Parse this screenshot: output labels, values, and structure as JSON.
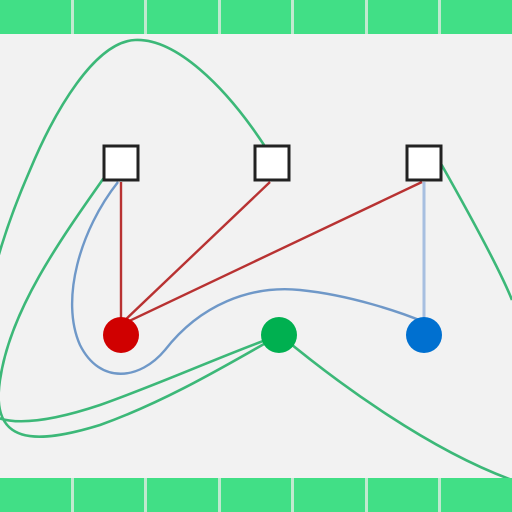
{
  "game": {
    "type": "graph-untangle-puzzle",
    "colors": {
      "background": "#f2f2f2",
      "bar_segment": "#41df86",
      "bar_gap": "#bfe9cf",
      "green_node": "#00b050",
      "red_node": "#d00000",
      "blue_node": "#0070d0",
      "green_edge": "#3cb878",
      "red_edge": "#b83232",
      "blue_edge": "#6f98c8",
      "square_stroke": "#222222",
      "square_fill": "#ffffff"
    },
    "top_bar": {
      "segments": 7
    },
    "bottom_bar": {
      "segments": 7
    },
    "square_nodes": [
      "square-left",
      "square-middle",
      "square-right"
    ],
    "circle_nodes": [
      {
        "id": "red",
        "color": "red"
      },
      {
        "id": "green",
        "color": "green"
      },
      {
        "id": "blue",
        "color": "blue"
      }
    ],
    "edges": [
      {
        "from": "square-left",
        "to": "red",
        "color": "red"
      },
      {
        "from": "square-middle",
        "to": "red",
        "color": "red"
      },
      {
        "from": "square-right",
        "to": "red",
        "color": "red"
      },
      {
        "from": "square-right",
        "to": "blue",
        "color": "blue"
      },
      {
        "from": "square-left",
        "to": "blue",
        "color": "blue"
      },
      {
        "from": "square-middle",
        "to": "green",
        "color": "green"
      },
      {
        "from": "square-left",
        "to": "green",
        "color": "green"
      },
      {
        "from": "square-right",
        "to": "green",
        "color": "green"
      }
    ]
  }
}
